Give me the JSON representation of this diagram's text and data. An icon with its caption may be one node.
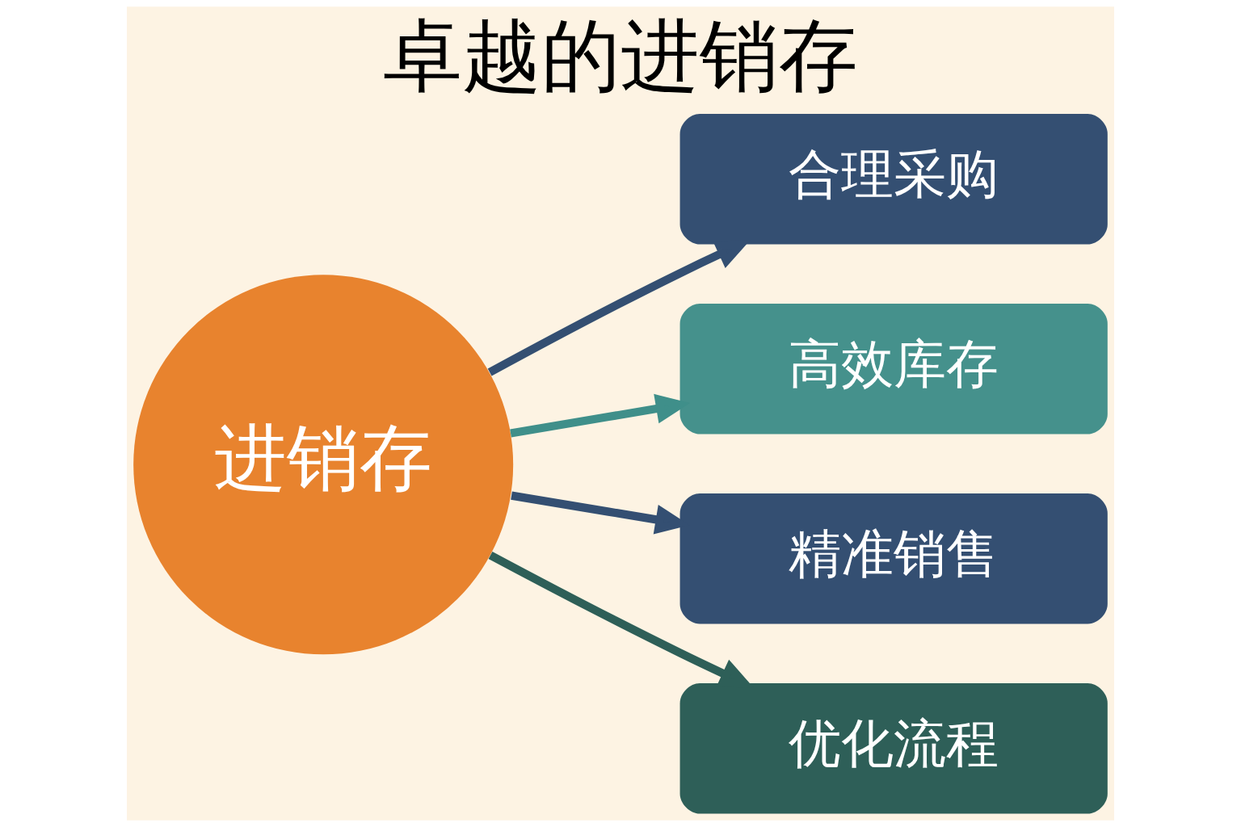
{
  "diagram": {
    "title": "卓越的进销存",
    "nodes": [
      {
        "text": [
          "进销存"
        ]
      },
      {
        "text": [
          "合理采购"
        ]
      },
      {
        "text": [
          "高效库存"
        ]
      },
      {
        "text": [
          "精准销售"
        ]
      },
      {
        "text": [
          "优化流程"
        ]
      }
    ],
    "edges": [
      {
        "from": 0,
        "to": 1,
        "arrow": "to"
      },
      {
        "from": 0,
        "to": 2,
        "arrow": "to",
        "color": "#3f8f8a"
      },
      {
        "from": 0,
        "to": 3,
        "arrow": "to"
      },
      {
        "from": 0,
        "to": 4,
        "arrow": "to",
        "color": "#2e5f58"
      }
    ]
  }
}
